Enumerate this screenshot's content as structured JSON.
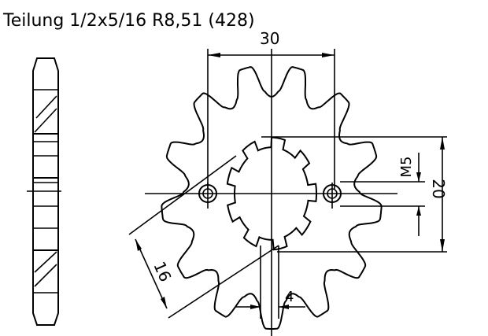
{
  "title": "Teilung 1/2x5/16 R8,51 (428)",
  "dimensions": {
    "bolt_spacing": "30",
    "height": "20",
    "thread": "M5",
    "diagonal": "16",
    "spline_width": "4"
  },
  "sprocket": {
    "teeth": 13
  },
  "colors": {
    "line": "#000000",
    "background": "#ffffff"
  }
}
